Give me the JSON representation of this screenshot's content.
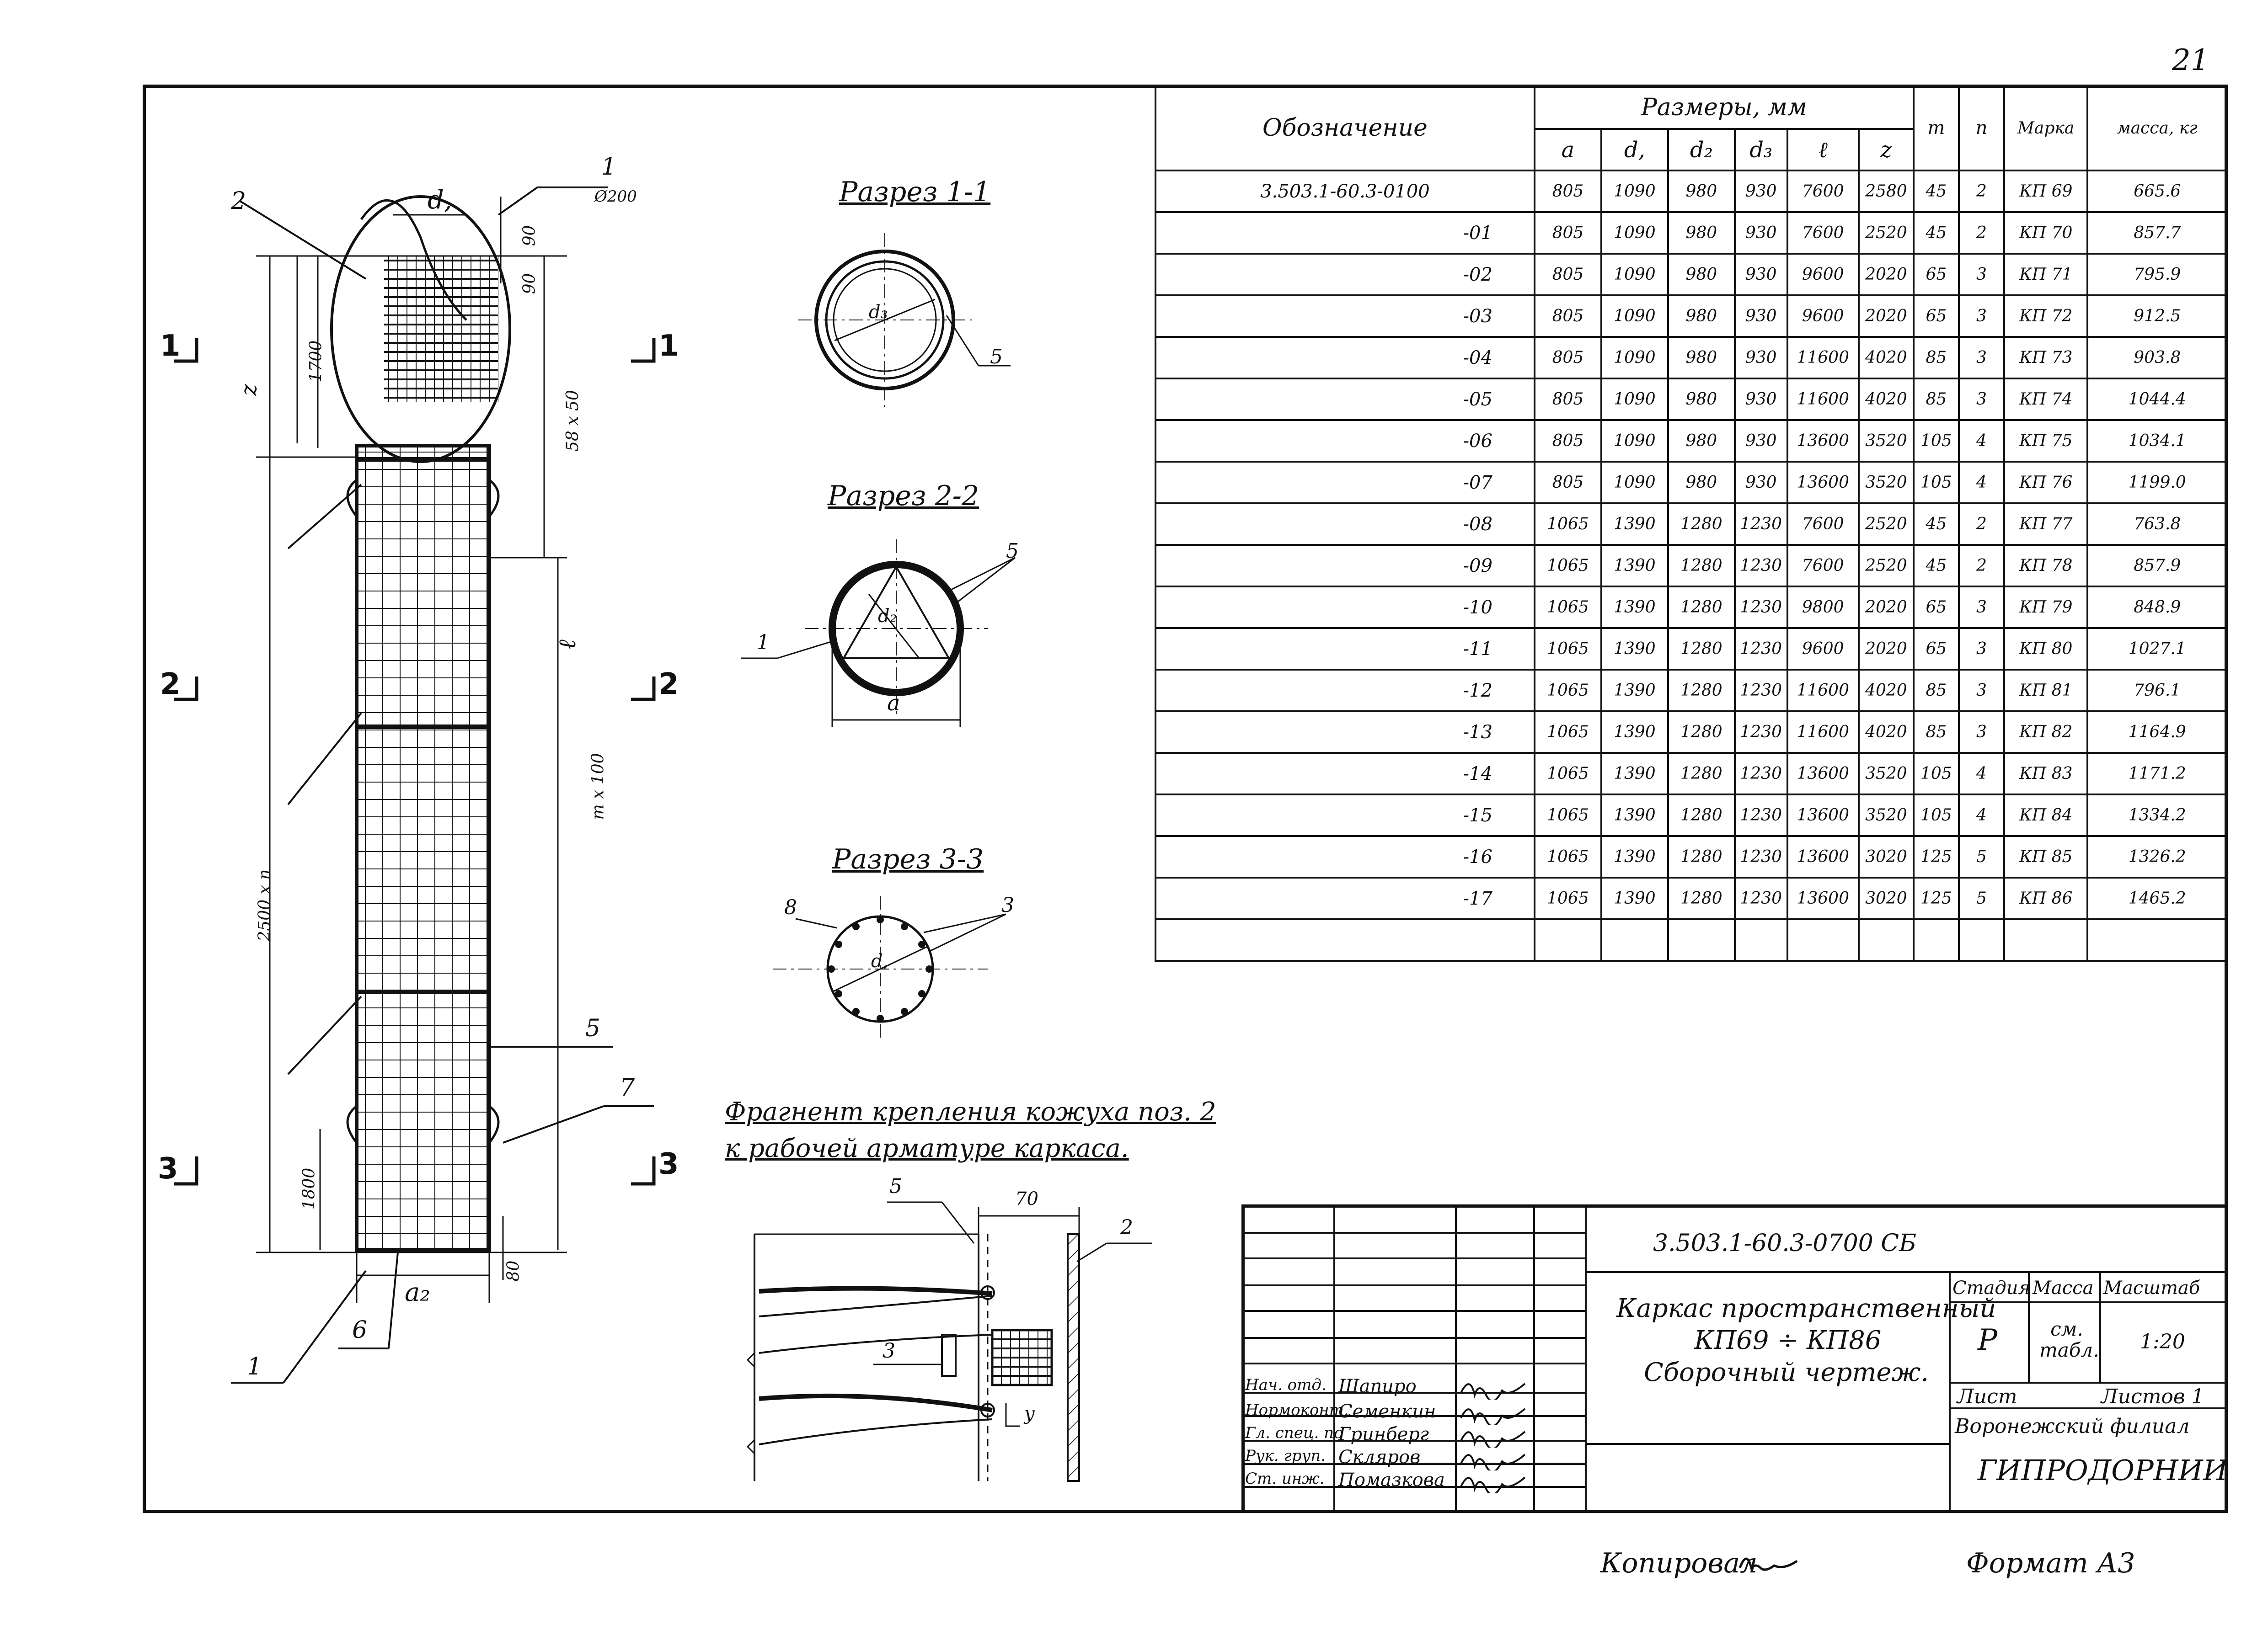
{
  "page_number": "21",
  "sections": {
    "s1": "Разрез 1-1",
    "s2": "Разрез 2-2",
    "s3": "Разрез 3-3",
    "fragment_line1": "Фрагнент крепления кожуха поз. 2",
    "fragment_line2": "к рабочей арматуре каркаса."
  },
  "drawing_labels": {
    "d1": "d,",
    "d2": "d₂",
    "d3": "d₃",
    "a": "a",
    "ab": "a₂",
    "z": "z",
    "l": "ℓ",
    "dim_1700": "1700",
    "dim_1800": "1800",
    "dim_2500n": "2500 x n",
    "dim_mx100": "m x 100",
    "dim_58x50": "58 x 50",
    "dim_90a": "90",
    "dim_90b": "90",
    "dim_80": "80",
    "dim_70": "70",
    "cut1_left": "1",
    "cut1_right": "1",
    "cut2_left": "2",
    "cut2_right": "2",
    "cut3_left": "3",
    "cut3_right": "3",
    "pos1_top": "1",
    "pos1_top_sub": "Ø200",
    "pos1_bottom": "1",
    "pos2": "2",
    "pos5": "5",
    "pos6": "6",
    "pos7": "7",
    "sec_pos5": "5",
    "sec_pos5b": "5",
    "sec_pos1": "1",
    "sec_pos8": "8",
    "sec_pos3": "3",
    "frag_pos5": "5",
    "frag_pos2": "2",
    "frag_pos3": "3",
    "frag_y": "y"
  },
  "table": {
    "header": {
      "designation": "Обозначение",
      "sizes": "Размеры, мм",
      "cols": [
        "a",
        "d,",
        "d₂",
        "d₃",
        "ℓ",
        "z"
      ],
      "m": "m",
      "n": "n",
      "mark": "Марка",
      "mass": "масса, кг"
    },
    "rows": [
      [
        "3.503.1-60.3-0100",
        "805",
        "1090",
        "980",
        "930",
        "7600",
        "2580",
        "45",
        "2",
        "КП 69",
        "665.6"
      ],
      [
        "-01",
        "805",
        "1090",
        "980",
        "930",
        "7600",
        "2520",
        "45",
        "2",
        "КП 70",
        "857.7"
      ],
      [
        "-02",
        "805",
        "1090",
        "980",
        "930",
        "9600",
        "2020",
        "65",
        "3",
        "КП 71",
        "795.9"
      ],
      [
        "-03",
        "805",
        "1090",
        "980",
        "930",
        "9600",
        "2020",
        "65",
        "3",
        "КП 72",
        "912.5"
      ],
      [
        "-04",
        "805",
        "1090",
        "980",
        "930",
        "11600",
        "4020",
        "85",
        "3",
        "КП 73",
        "903.8"
      ],
      [
        "-05",
        "805",
        "1090",
        "980",
        "930",
        "11600",
        "4020",
        "85",
        "3",
        "КП 74",
        "1044.4"
      ],
      [
        "-06",
        "805",
        "1090",
        "980",
        "930",
        "13600",
        "3520",
        "105",
        "4",
        "КП 75",
        "1034.1"
      ],
      [
        "-07",
        "805",
        "1090",
        "980",
        "930",
        "13600",
        "3520",
        "105",
        "4",
        "КП 76",
        "1199.0"
      ],
      [
        "-08",
        "1065",
        "1390",
        "1280",
        "1230",
        "7600",
        "2520",
        "45",
        "2",
        "КП 77",
        "763.8"
      ],
      [
        "-09",
        "1065",
        "1390",
        "1280",
        "1230",
        "7600",
        "2520",
        "45",
        "2",
        "КП 78",
        "857.9"
      ],
      [
        "-10",
        "1065",
        "1390",
        "1280",
        "1230",
        "9800",
        "2020",
        "65",
        "3",
        "КП 79",
        "848.9"
      ],
      [
        "-11",
        "1065",
        "1390",
        "1280",
        "1230",
        "9600",
        "2020",
        "65",
        "3",
        "КП 80",
        "1027.1"
      ],
      [
        "-12",
        "1065",
        "1390",
        "1280",
        "1230",
        "11600",
        "4020",
        "85",
        "3",
        "КП 81",
        "796.1"
      ],
      [
        "-13",
        "1065",
        "1390",
        "1280",
        "1230",
        "11600",
        "4020",
        "85",
        "3",
        "КП 82",
        "1164.9"
      ],
      [
        "-14",
        "1065",
        "1390",
        "1280",
        "1230",
        "13600",
        "3520",
        "105",
        "4",
        "КП 83",
        "1171.2"
      ],
      [
        "-15",
        "1065",
        "1390",
        "1280",
        "1230",
        "13600",
        "3520",
        "105",
        "4",
        "КП 84",
        "1334.2"
      ],
      [
        "-16",
        "1065",
        "1390",
        "1280",
        "1230",
        "13600",
        "3020",
        "125",
        "5",
        "КП 85",
        "1326.2"
      ],
      [
        "-17",
        "1065",
        "1390",
        "1280",
        "1230",
        "13600",
        "3020",
        "125",
        "5",
        "КП 86",
        "1465.2"
      ]
    ]
  },
  "stamp": {
    "doc_code": "3.503.1-60.3-0700 СБ",
    "title_line1": "Каркас пространственный",
    "title_line2": "КП69 ÷ КП86",
    "title_line3": "Сборочный чертеж.",
    "stage_label": "Стадия",
    "mass_label": "Масса",
    "scale_label": "Масштаб",
    "stage": "Р",
    "mass": "см. табл.",
    "scale": "1:20",
    "sheet_label": "Лист",
    "sheets_label": "Листов 1",
    "org_line1": "Воронежский филиал",
    "org_line2": "ГИПРОДОРНИИ",
    "people": [
      {
        "role": "Нач. отд.",
        "name": "Шапиро"
      },
      {
        "role": "Нормоконт.",
        "name": "Семенкин"
      },
      {
        "role": "Гл. спец. по",
        "name": "Гринберг"
      },
      {
        "role": "Рук. груп.",
        "name": "Скляров"
      },
      {
        "role": "Ст. инж.",
        "name": "Помазкова"
      }
    ]
  },
  "footer": {
    "copied": "Копировал",
    "format": "Формат А3"
  }
}
